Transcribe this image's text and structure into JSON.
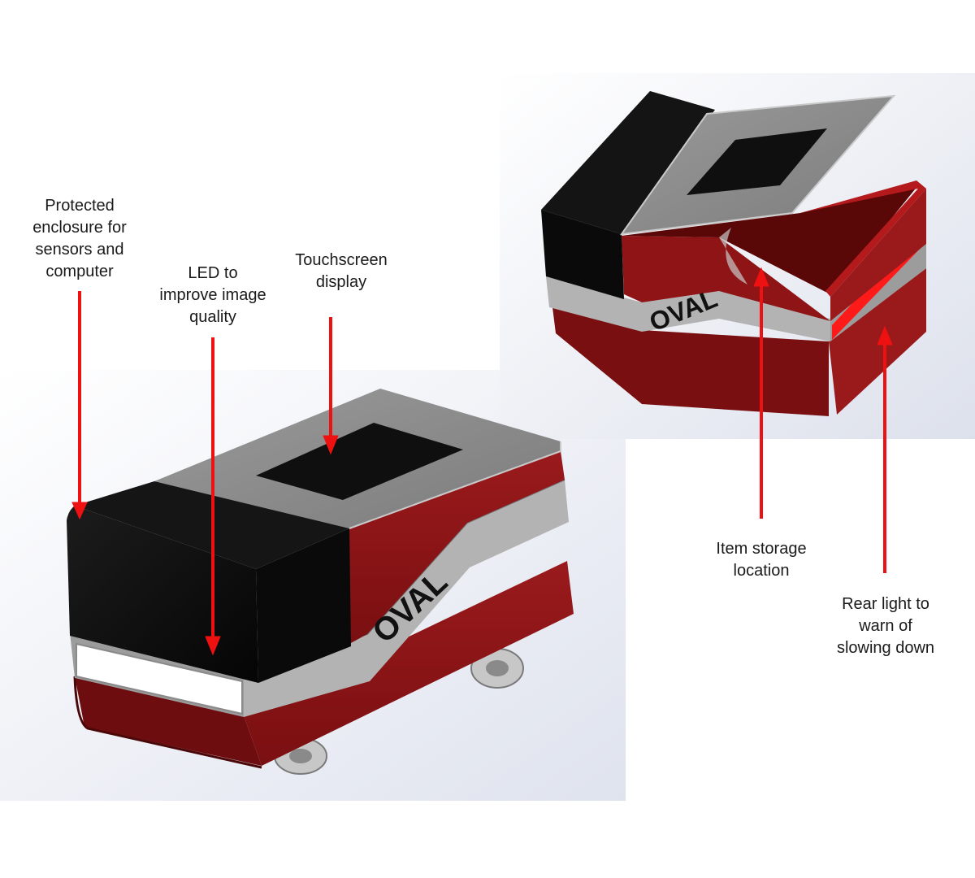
{
  "brand": "OVAL",
  "callouts": {
    "enclosure": [
      "Protected",
      "enclosure for",
      "sensors and",
      "computer"
    ],
    "led": [
      "LED to",
      "improve image",
      "quality"
    ],
    "touchscreen": [
      "Touchscreen",
      "display"
    ],
    "storage": [
      "Item storage",
      "location"
    ],
    "rear_light": [
      "Rear light to",
      "warn of",
      "slowing down"
    ]
  },
  "colors": {
    "body_red": "#8e1416",
    "dark_red": "#6a0b0c",
    "enclosure_black": "#0d0d0d",
    "trim_grey": "#a7a7a7",
    "lid_grey": "#8c8c8c",
    "screen_black": "#101010",
    "arrow_red": "#ee1111",
    "led_white": "#ffffff",
    "rear_light_red": "#ff1a1a"
  }
}
